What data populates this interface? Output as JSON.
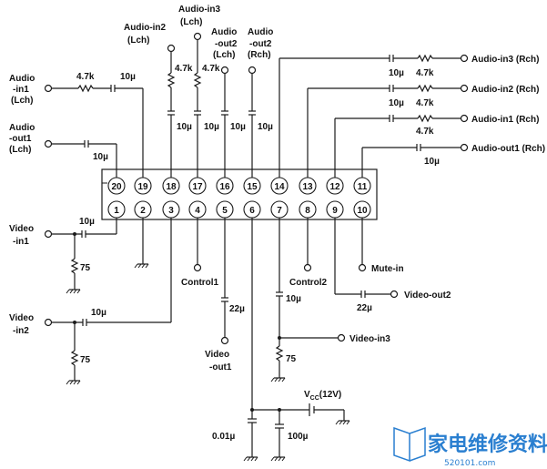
{
  "pins_top": [
    "20",
    "19",
    "18",
    "17",
    "16",
    "15",
    "14",
    "13",
    "12",
    "11"
  ],
  "pins_bottom": [
    "1",
    "2",
    "3",
    "4",
    "5",
    "6",
    "7",
    "8",
    "9",
    "10"
  ],
  "labels": {
    "audio_in1_l": [
      "Audio",
      "-in1",
      "(Lch)"
    ],
    "audio_out1_l": [
      "Audio",
      "-out1",
      "(Lch)"
    ],
    "audio_in2_l": [
      "Audio-in2",
      "(Lch)"
    ],
    "audio_in3_l": [
      "Audio-in3",
      "(Lch)"
    ],
    "audio_out2_l": [
      "Audio",
      "-out2",
      "(Lch)"
    ],
    "audio_out2_r": [
      "Audio",
      "-out2",
      "(Rch)"
    ],
    "audio_in3_r": "Audio-in3 (Rch)",
    "audio_in2_r": "Audio-in2 (Rch)",
    "audio_in1_r": "Audio-in1 (Rch)",
    "audio_out1_r": "Audio-out1 (Rch)",
    "video_in1": [
      "Video",
      "-in1"
    ],
    "video_in2": [
      "Video",
      "-in2"
    ],
    "control1": "Control1",
    "control2": "Control2",
    "mute_in": "Mute-in",
    "video_out2": "Video-out2",
    "video_in3": "Video-in3",
    "video_out1": [
      "Video",
      "-out1"
    ],
    "vcc": "V",
    "vcc_sub": "CC",
    "vcc_val": "(12V)"
  },
  "values": {
    "r_47k": "4.7k",
    "c_10u": "10µ",
    "c_22u": "22µ",
    "r_75": "75",
    "c_001u": "0.01µ",
    "c_100u": "100µ"
  },
  "watermark": {
    "text": "家电维修资料网",
    "url": "520101.com"
  }
}
